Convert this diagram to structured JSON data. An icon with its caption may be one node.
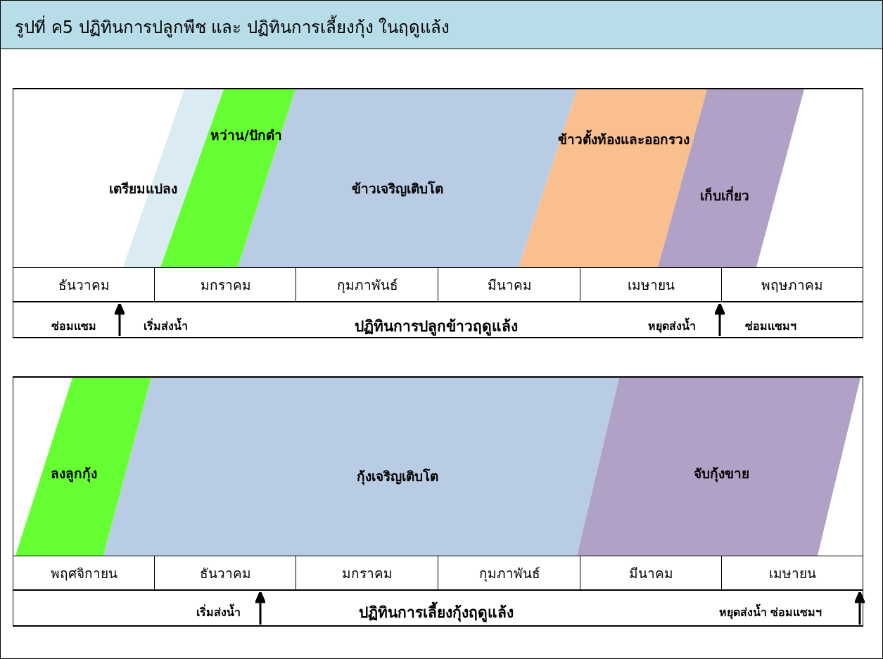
{
  "diagram": {
    "title": "รูปที่ ค5  ปฏิทินการปลูกพืช และ ปฏิทินการเลี้ยงกุ้ง ในฤดูแล้ง",
    "labels": [
      "หว่าน/ปักดำ",
      "ข้าวตั้งท้องและออกรวง",
      "เตรียมแปลง",
      "ข้าวเจริญเติบโต",
      "เก็บเกี่ยว",
      "ธันวาคม",
      "มกราคม",
      "กุมภาพันธ์",
      "มีนาคม",
      "เมษายน",
      "พฤษภาคม",
      "ซ่อมแซม",
      "เริ่มส่งน้ำ",
      "ปฏิทินการปลูกข้าวฤดูแล้ง",
      "หยุดส่งน้ำ",
      "ซ่อมแซมฯ",
      "ลงลูกกุ้ง",
      "กุ้งเจริญเติบโต",
      "จับกุ้งขาย",
      "พฤศจิกายน",
      "ธันวาคม",
      "มกราคม",
      "กุมภาพันธ์",
      "มีนาคม",
      "เมษายน",
      "เริ่มส่งน้ำ",
      "ปฏิทินการเลี้ยงกุ้งฤดูแล้ง",
      "หยุดส่งน้ำ ซ่อมแซมฯ"
    ]
  }
}
